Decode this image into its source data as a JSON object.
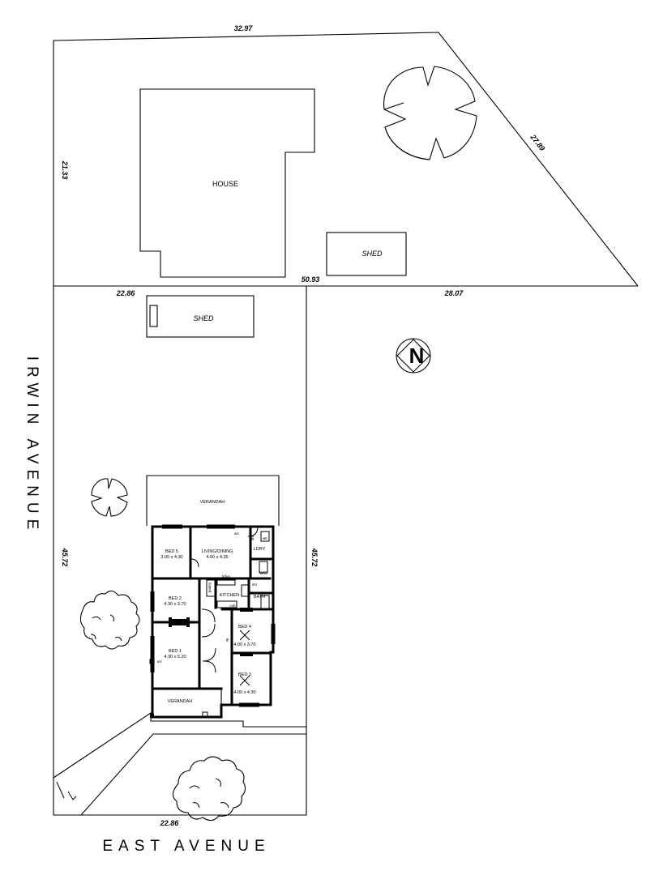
{
  "streets": {
    "side": "IRWIN AVENUE",
    "front": "EAST AVENUE"
  },
  "boundary_dims": {
    "top": "32.97",
    "left_upper": "21.33",
    "diagonal": "27.89",
    "mid_center": "50.93",
    "mid_left": "22.86",
    "mid_right": "28.07",
    "left_lower": "45.72",
    "right_lower": "45.72",
    "bottom": "22.86"
  },
  "structures": {
    "house": "HOUSE",
    "shed_upper": "SHED",
    "shed_lower": "SHED",
    "verandah_rear": "VERANDAH",
    "verandah_front": "VERANDAH"
  },
  "rooms": {
    "bed5": {
      "name": "BED 5",
      "size": "3.00 x 4.30"
    },
    "living": {
      "name": "LIVING/DINING",
      "size": "4.60 x 4.35"
    },
    "ldry": {
      "name": "LDRY"
    },
    "wc": {
      "name": "WC"
    },
    "bath": {
      "name": "BATH"
    },
    "kitchen": {
      "name": "KITCHEN"
    },
    "pantry": {
      "name": "pantry"
    },
    "bed2": {
      "name": "BED 2",
      "size": "4.30 x 3.70"
    },
    "bed1": {
      "name": "BED 1",
      "size": "4.30 x 5.20"
    },
    "bed4": {
      "name": "BED 4",
      "size": "4.00 x 3.70"
    },
    "bed3": {
      "name": "BED 3",
      "size": "4.00 x 4.30"
    }
  },
  "fixtures": {
    "ac_living": "a/c",
    "ac_bed1": "a/c",
    "shr_ldry": "shr",
    "wtr": "wtr",
    "shr_bath": "shr",
    "bar": "b/bar",
    "cub": "cub",
    "lin": "lin"
  },
  "compass": {
    "label": "N"
  }
}
